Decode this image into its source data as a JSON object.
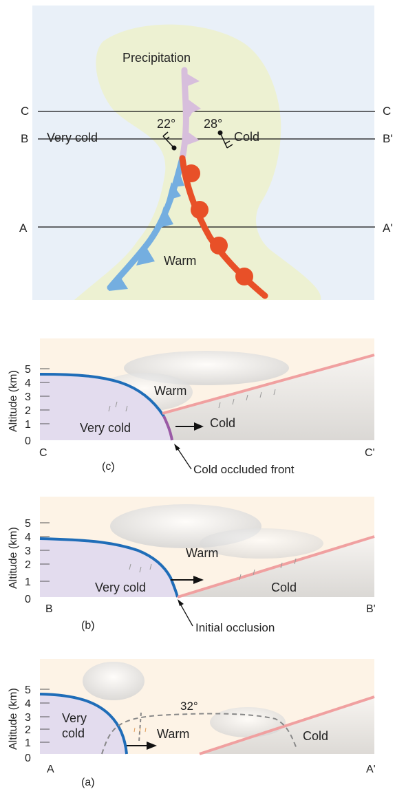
{
  "map": {
    "precipitation": "Precipitation",
    "very_cold": "Very cold",
    "cold": "Cold",
    "warm": "Warm",
    "temp_west": "22°",
    "temp_east": "28°",
    "line_c_left": "C",
    "line_c_right": "C",
    "line_b_left": "B",
    "line_b_right": "B'",
    "line_a_left": "A",
    "line_a_right": "A'",
    "colors": {
      "cold_front": "#74aee0",
      "warm_front": "#e85028",
      "occluded": "#d7bedc",
      "precip": "#edf1d2",
      "background": "#e9f0f8"
    }
  },
  "panel_c": {
    "ylabel": "Altitude (km)",
    "ticks": [
      "5",
      "4",
      "3",
      "2",
      "1",
      "0"
    ],
    "warm": "Warm",
    "very_cold": "Very cold",
    "cold": "Cold",
    "left": "C",
    "right": "C'",
    "tag": "(c)",
    "annotation": "Cold occluded front"
  },
  "panel_b": {
    "ylabel": "Altitude (km)",
    "ticks": [
      "5",
      "4",
      "3",
      "2",
      "1",
      "0"
    ],
    "warm": "Warm",
    "very_cold": "Very cold",
    "cold": "Cold",
    "left": "B",
    "right": "B'",
    "tag": "(b)",
    "annotation": "Initial occlusion"
  },
  "panel_a": {
    "ylabel": "Altitude (km)",
    "ticks": [
      "5",
      "4",
      "3",
      "2",
      "1",
      "0"
    ],
    "warm": "Warm",
    "very_cold": "Very cold",
    "cold": "Cold",
    "freezing": "32°",
    "left": "A",
    "right": "A'",
    "tag": "(a)"
  }
}
